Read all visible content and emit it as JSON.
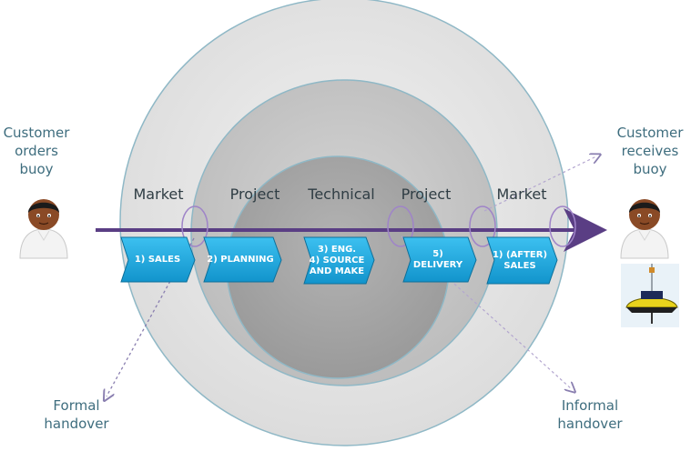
{
  "left_customer": {
    "label": "Customer\norders\nbuoy"
  },
  "right_customer": {
    "label": "Customer\nreceives\nbuoy"
  },
  "rings": {
    "left_market": "Market",
    "left_project": "Project",
    "technical": "Technical",
    "right_project": "Project",
    "right_market": "Market"
  },
  "steps": [
    {
      "label": "1) SALES"
    },
    {
      "label": "2) PLANNING"
    },
    {
      "label": "3) ENG.\n4) SOURCE\nAND MAKE"
    },
    {
      "label": "5) DELIVERY"
    },
    {
      "label": "1) (AFTER)\nSALES"
    }
  ],
  "handovers": {
    "formal": "Formal\nhandover",
    "informal": "Informal\nhandover"
  },
  "colors": {
    "outer_ring": "#e3e3e3",
    "middle_ring": "#c9c9c9",
    "inner_ring": "#a6a6a6",
    "ring_stroke": "#8fb8c6",
    "arrow": "#5a3e84",
    "step_fill": "#1ea7df",
    "label_text": "#3e6d7e"
  },
  "icons": {
    "customer_left": "person-icon",
    "customer_right": "person-icon",
    "buoy": "buoy-icon"
  }
}
